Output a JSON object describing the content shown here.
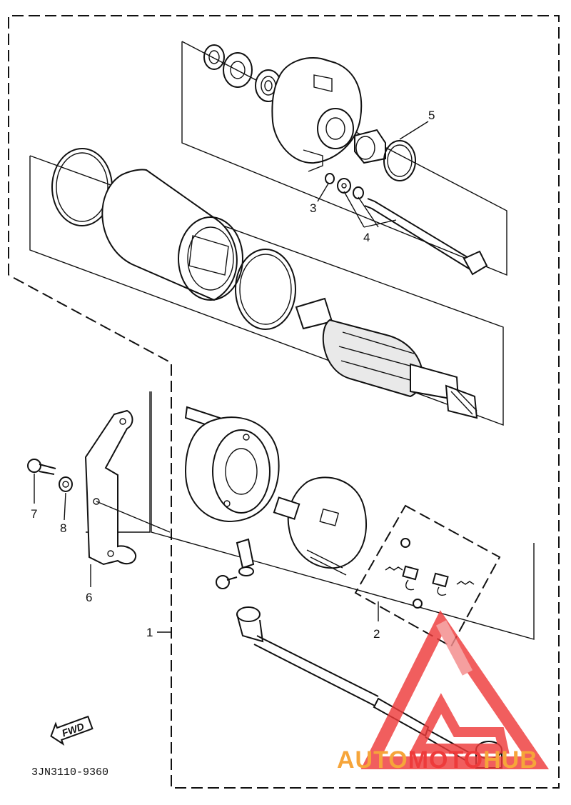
{
  "callouts": {
    "c1": "1",
    "c2": "2",
    "c3": "3",
    "c4": "4",
    "c5": "5",
    "c6": "6",
    "c7": "7",
    "c8": "8"
  },
  "fwd_label": "FWD",
  "diagram_code": "3JN3110-9360",
  "watermark": {
    "auto": "AUTO",
    "moto": "MOTO",
    "hub": "HUB",
    "color_red": "#ee3b3b",
    "color_orange": "#f6a53a"
  }
}
